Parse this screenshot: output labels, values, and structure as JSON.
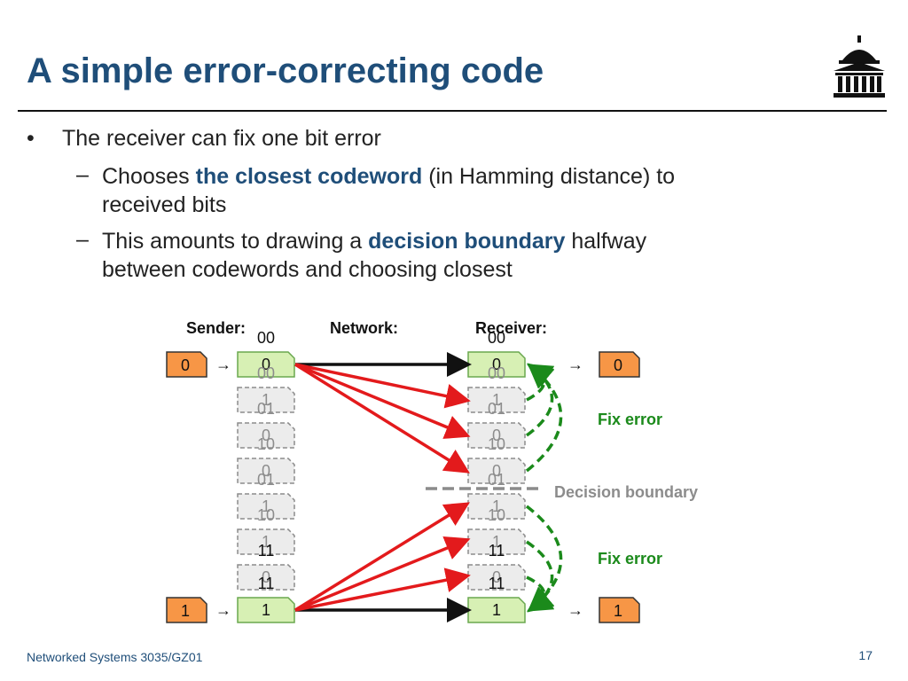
{
  "slide": {
    "title": "A simple error-correcting code",
    "page_number": "17",
    "footer": "Networked Systems 3035/GZ01"
  },
  "bullets": {
    "main": "The receiver can fix one bit error",
    "sub1": {
      "pre": "Chooses ",
      "highlight": "the closest codeword",
      "post": " (in Hamming distance) to",
      "line2": "received bits"
    },
    "sub2": {
      "pre": "This amounts to drawing a ",
      "highlight": "decision boundary",
      "post": " halfway",
      "line2": "between codewords and choosing closest"
    }
  },
  "diagram": {
    "headers": {
      "sender": "Sender:",
      "network": "Network:",
      "receiver": "Receiver:"
    },
    "input": {
      "top": "0",
      "bottom": "1"
    },
    "output": {
      "top": "0",
      "bottom": "1"
    },
    "arrow_glyph": "→",
    "sender_column": [
      {
        "bit": "0",
        "code": "00",
        "style": "solid"
      },
      {
        "bit": "1",
        "code": "00",
        "style": "dashed"
      },
      {
        "bit": "0",
        "code": "01",
        "style": "dashed"
      },
      {
        "bit": "0",
        "code": "10",
        "style": "dashed"
      },
      {
        "bit": "1",
        "code": "01",
        "style": "dashed"
      },
      {
        "bit": "1",
        "code": "10",
        "style": "dashed"
      },
      {
        "bit": "0",
        "code": "11",
        "style": "dashed"
      },
      {
        "bit": "1",
        "code": "11",
        "style": "solid"
      }
    ],
    "receiver_column": [
      {
        "bit": "0",
        "code": "00",
        "style": "solid"
      },
      {
        "bit": "1",
        "code": "00",
        "style": "dashed"
      },
      {
        "bit": "0",
        "code": "01",
        "style": "dashed"
      },
      {
        "bit": "0",
        "code": "10",
        "style": "dashed"
      },
      {
        "bit": "1",
        "code": "01",
        "style": "dashed"
      },
      {
        "bit": "1",
        "code": "10",
        "style": "dashed"
      },
      {
        "bit": "0",
        "code": "11",
        "style": "dashed"
      },
      {
        "bit": "1",
        "code": "11",
        "style": "solid"
      }
    ],
    "fix_error_top": "Fix error",
    "fix_error_bottom": "Fix error",
    "decision_boundary": "Decision boundary",
    "colors": {
      "title": "#1f4e79",
      "orange_box": "#f79646",
      "green_box": "#d7f0b4",
      "red_arrow": "#e31a1c",
      "green_dashed": "#1b8a1b",
      "boundary_gray": "#8c8c8c"
    }
  }
}
